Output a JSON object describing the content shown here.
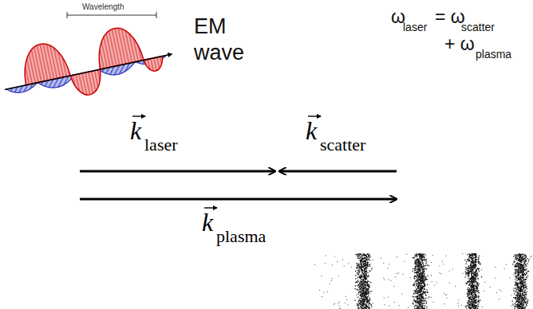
{
  "diagram": {
    "labels": [
      "Wavelength",
      "EM",
      "wave",
      "ω",
      "laser",
      "= ω",
      "scatter",
      "+ ω",
      "plasma",
      "k",
      "laser",
      "k",
      "scatter",
      "k",
      "plasma"
    ]
  }
}
